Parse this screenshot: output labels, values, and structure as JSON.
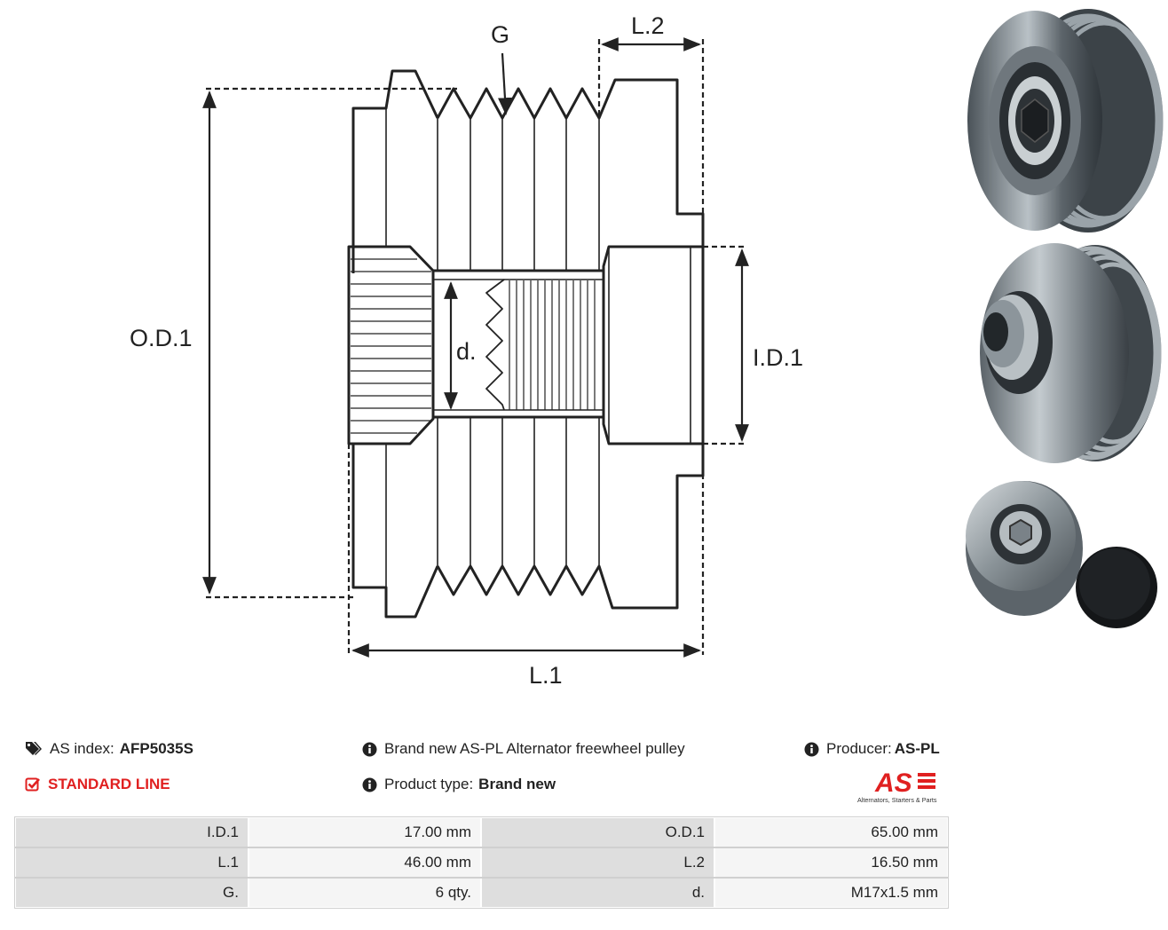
{
  "diagram": {
    "labels": {
      "g": "G",
      "l2": "L.2",
      "od1": "O.D.1",
      "id1": "I.D.1",
      "d": "d.",
      "l1": "L.1"
    }
  },
  "info": {
    "as_index_label": "AS index:",
    "as_index_value": "AFP5035S",
    "line": "STANDARD LINE",
    "description": "Brand new AS-PL Alternator freewheel pulley",
    "product_type_label": "Product type:",
    "product_type_value": "Brand new",
    "producer_label": "Producer:",
    "producer_value": "AS-PL"
  },
  "logo": {
    "mark": "AS",
    "tagline": "Alternators, Starters & Parts",
    "color": "#e02020"
  },
  "specs": [
    [
      "I.D.1",
      "17.00 mm",
      "O.D.1",
      "65.00 mm"
    ],
    [
      "L.1",
      "46.00 mm",
      "L.2",
      "16.50 mm"
    ],
    [
      "G.",
      "6 qty.",
      "d.",
      "M17x1.5 mm"
    ]
  ],
  "icons": {
    "tags": "tags-icon",
    "check": "check-square-icon",
    "info": "info-circle-icon"
  }
}
